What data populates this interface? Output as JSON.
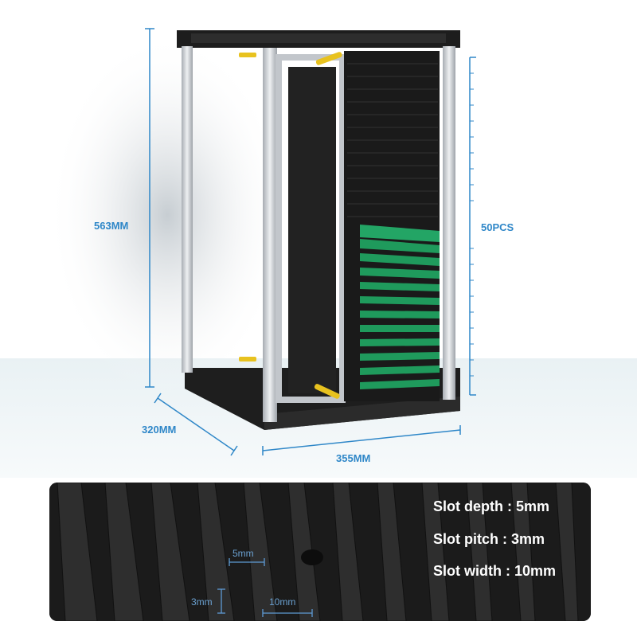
{
  "dimensions": {
    "height": "563MM",
    "capacity": "50PCS",
    "depth": "320MM",
    "width": "355MM"
  },
  "slot_specs": [
    {
      "label": "Slot depth",
      "value": "5mm"
    },
    {
      "label": "Slot pitch",
      "value": "3mm"
    },
    {
      "label": "Slot width",
      "value": "10mm"
    }
  ],
  "detail_labels": {
    "depth": "5mm",
    "pitch": "3mm",
    "width": "10mm"
  },
  "colors": {
    "dimension_line": "#2f87c8",
    "pcb_green": "#1f9a5c",
    "rack_black": "#1c1c1c",
    "aluminium": "#c9ccd0"
  }
}
